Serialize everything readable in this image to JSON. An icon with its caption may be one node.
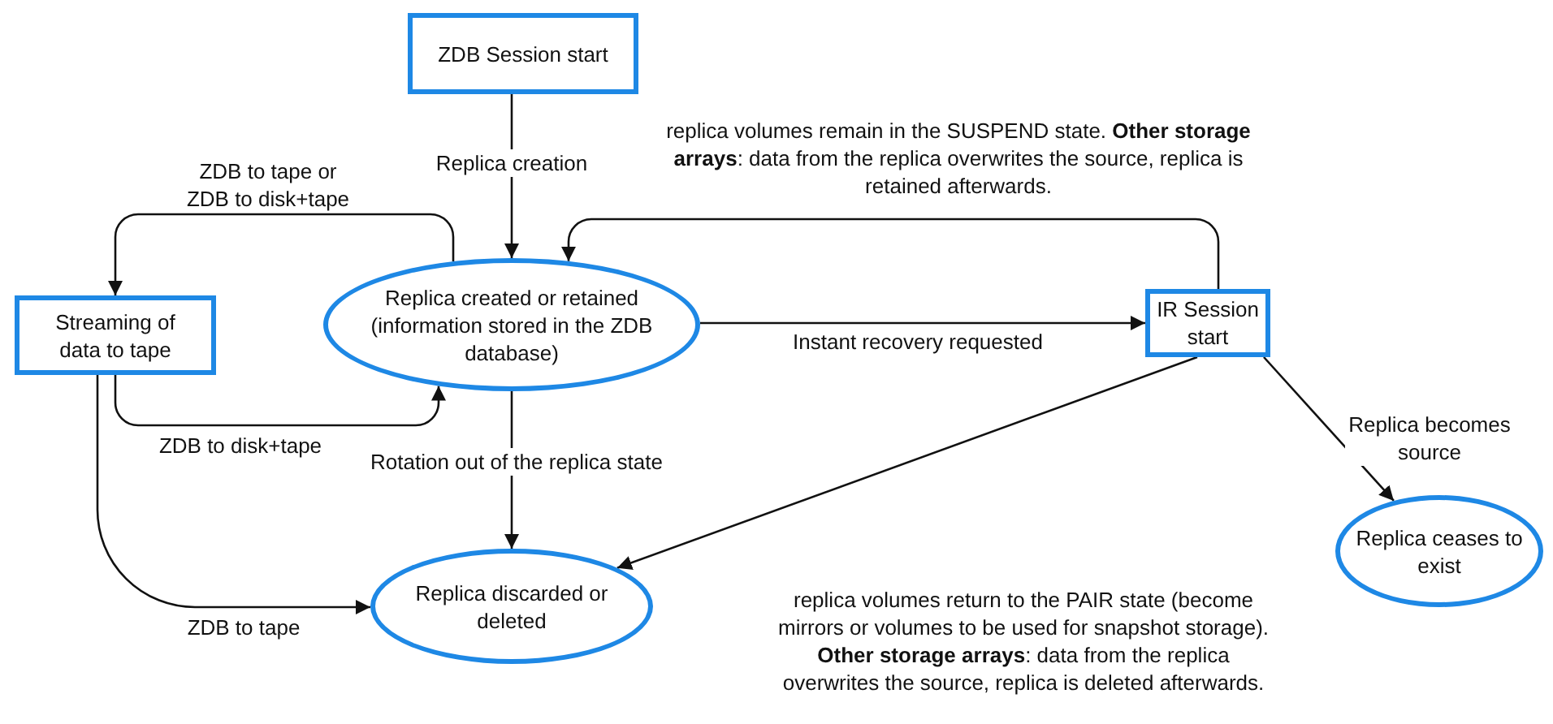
{
  "diagram": {
    "nodes": [
      {
        "text": [
          "ZDB Session start"
        ]
      },
      {
        "text": [
          "Replica created or retained (information stored in the ZDB database)"
        ]
      },
      {
        "text": [
          "Streaming of data to tape"
        ]
      },
      {
        "text": [
          "IR Session start"
        ]
      },
      {
        "text": [
          "Replica discarded or deleted"
        ]
      },
      {
        "text": [
          "Replica ceases to exist"
        ]
      }
    ],
    "edges": [
      {
        "from": 0,
        "to": 1,
        "arrow": "to",
        "label": "Replica creation"
      },
      {
        "from": 1,
        "to": 2,
        "arrow": "to",
        "label": "ZDB to tape or ZDB to disk+tape"
      },
      {
        "from": 2,
        "to": 1,
        "arrow": "to",
        "label": "ZDB to disk+tape"
      },
      {
        "from": 2,
        "to": 4,
        "arrow": "to",
        "label": "ZDB to tape"
      },
      {
        "from": 1,
        "to": 4,
        "arrow": "to",
        "label": "Rotation out of the replica state"
      },
      {
        "from": 1,
        "to": 3,
        "arrow": "to",
        "label": "Instant recovery requested"
      },
      {
        "from": 3,
        "to": 1,
        "arrow": "to",
        "label": "replica volumes remain in the SUSPEND state. **Other storage arrays**: data from the replica overwrites the source, replica is retained afterwards."
      },
      {
        "from": 3,
        "to": 4,
        "arrow": "to",
        "label": "replica volumes return to the PAIR state (become mirrors or volumes to be used for snapshot storage). **Other storage arrays**: data from the replica overwrites the source, replica is deleted afterwards."
      },
      {
        "from": 3,
        "to": 5,
        "arrow": "to",
        "label": "Replica becomes source"
      }
    ]
  }
}
